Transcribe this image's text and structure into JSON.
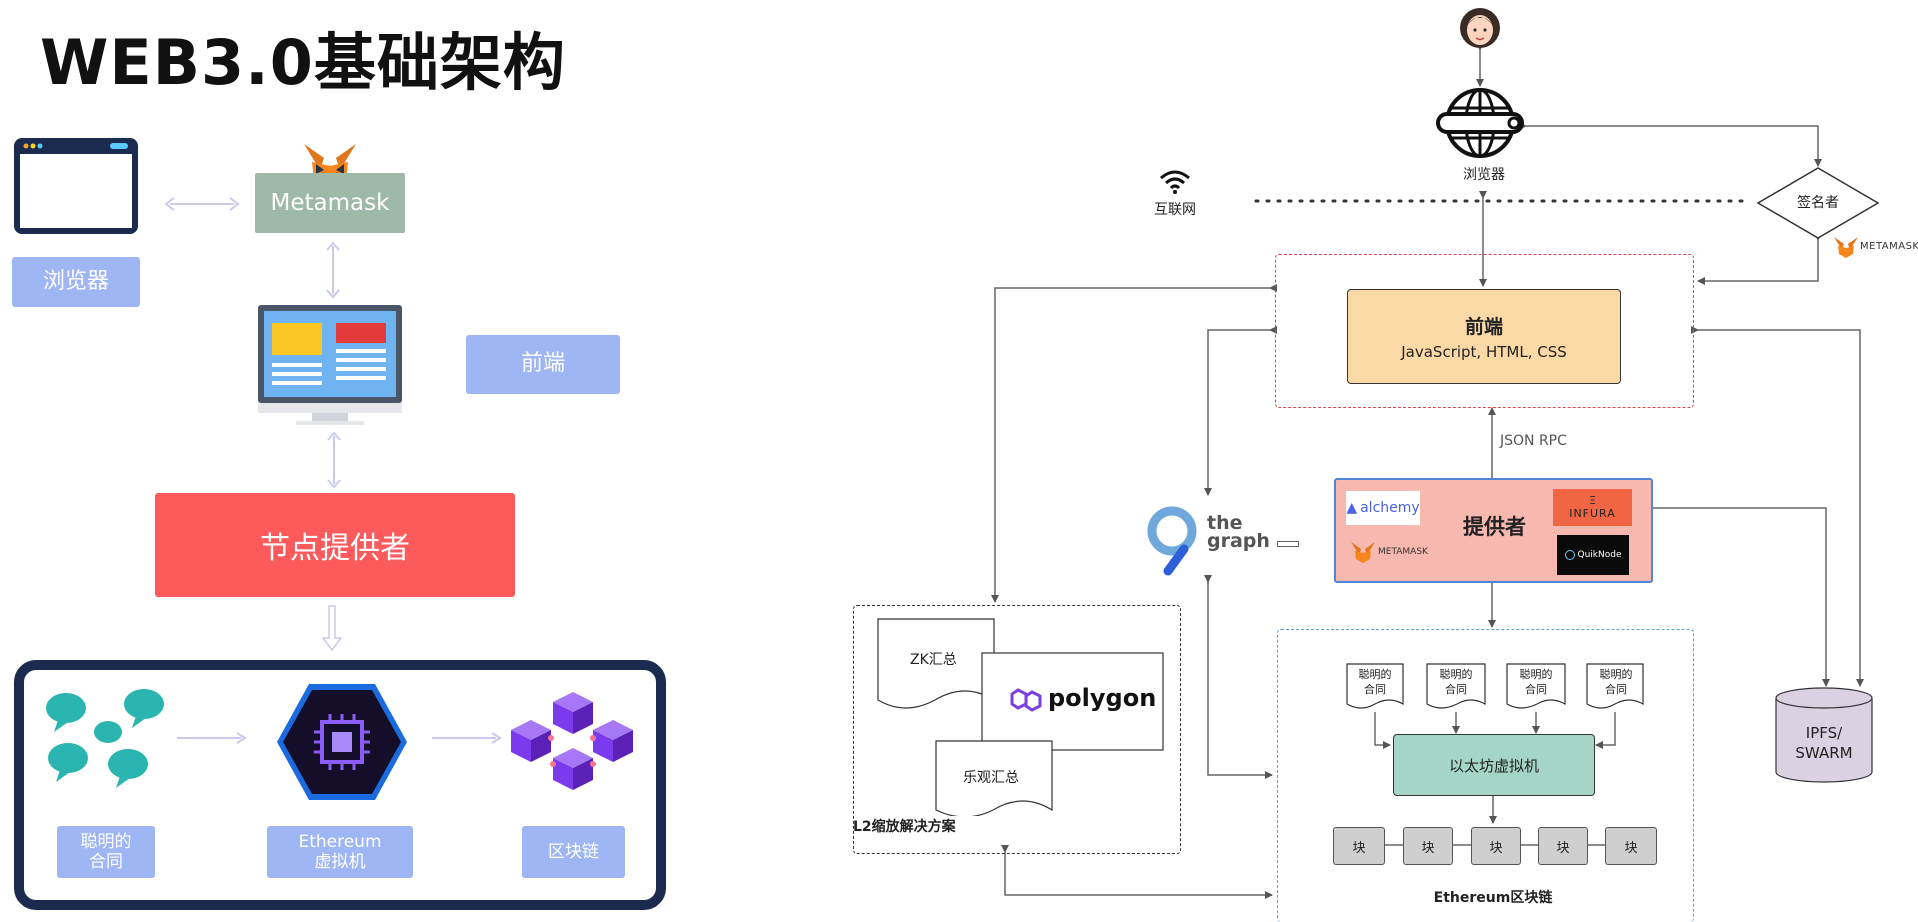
{
  "title": "WEB3.0基础架构",
  "left": {
    "browser_label": "浏览器",
    "metamask_label": "Metamask",
    "frontend_label": "前端",
    "node_provider_label": "节点提供者",
    "smart_contract_label": "聪明的\n合同",
    "evm_label": "Ethereum\n虚拟机",
    "blockchain_label": "区块链"
  },
  "right": {
    "internet_label": "互联网",
    "browser_label": "浏览器",
    "signer_label": "签名者",
    "metamask_small": "METAMASK",
    "frontend_title": "前端",
    "frontend_sub": "JavaScript, HTML, CSS",
    "json_rpc": "JSON RPC",
    "provider_label": "提供者",
    "alchemy": "alchemy",
    "infura": "INFURA",
    "infura_mark": "Ξ",
    "quicknode": "QuikNode",
    "provider_metamask": "METAMASK",
    "thegraph_line1": "the",
    "thegraph_line2": "graph",
    "zk_label": "ZK汇总",
    "polygon": "polygon",
    "optimistic_label": "乐观汇总",
    "l2_label": "L2缩放解决方案",
    "contracts": [
      "聪明的\n合同",
      "聪明的\n合同",
      "聪明的\n合同",
      "聪明的\n合同"
    ],
    "evm_label": "以太坊虚拟机",
    "blocks": [
      "块",
      "块",
      "块",
      "块",
      "块"
    ],
    "ethereum_chain_label": "Ethereum区块链",
    "ipfs_label": "IPFS/\nSWARM"
  },
  "colors": {
    "blue_label": "#9fb6f5",
    "metamask_green": "#9fb9a8",
    "node_red": "#fd5a5c",
    "frame_navy": "#1a2b4f",
    "frontend_orange": "#fbd9a7",
    "provider_pink": "#f7b8b0",
    "evm_teal": "#a5d5c6",
    "block_gray": "#cfcfcf",
    "ipfs_lilac": "#dcd0e3"
  }
}
